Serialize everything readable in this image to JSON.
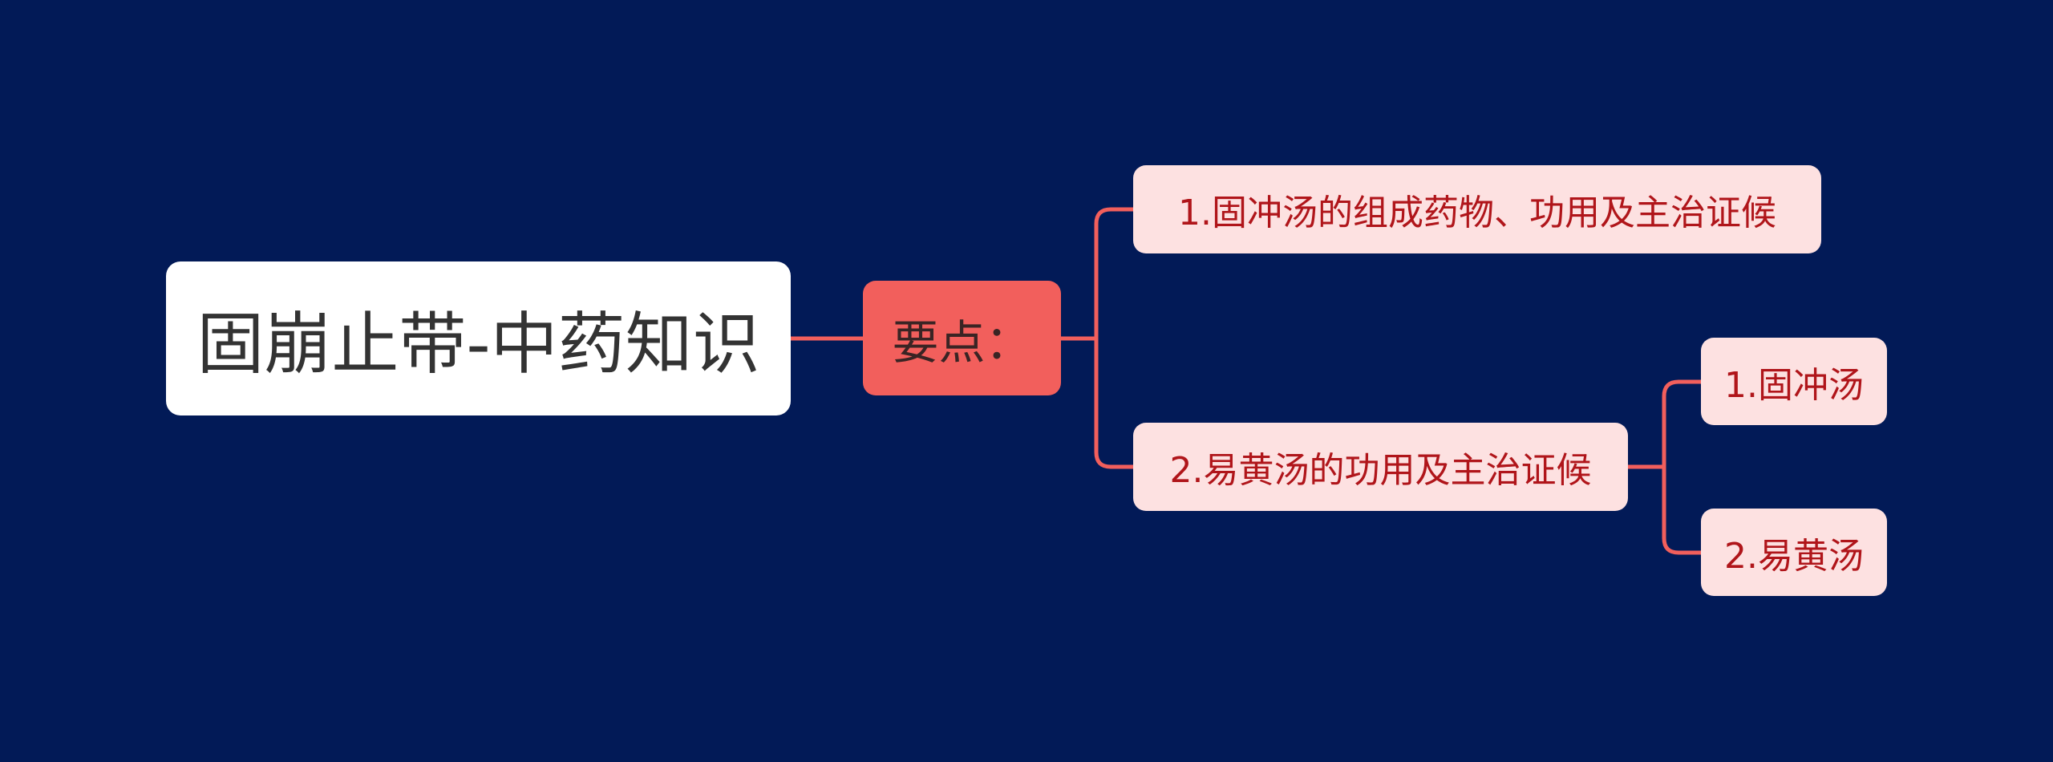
{
  "mindmap": {
    "root": {
      "label": "固崩止带-中药知识"
    },
    "hub": {
      "label": "要点："
    },
    "branches": [
      {
        "label": "1.固冲汤的组成药物、功用及主治证候"
      },
      {
        "label": "2.易黄汤的功用及主治证候",
        "children": [
          {
            "label": "1.固冲汤"
          },
          {
            "label": "2.易黄汤"
          }
        ]
      }
    ]
  },
  "colors": {
    "background": "#021a57",
    "root_fill": "#ffffff",
    "hub_fill": "#f25f5c",
    "leaf_fill": "#fde1e1",
    "leaf_text": "#b0151a",
    "connector": "#f25f5c"
  }
}
